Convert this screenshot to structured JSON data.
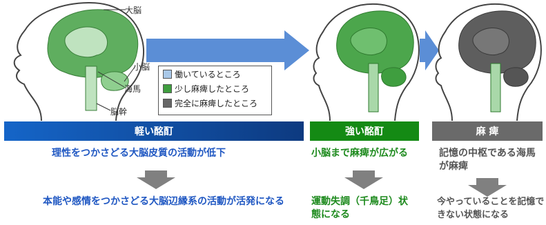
{
  "labels": {
    "cerebrum": "大脳",
    "cerebellum": "小脳",
    "hippocampus": "海馬",
    "brainstem": "脳幹"
  },
  "legend": [
    {
      "label": "働いているところ",
      "color": "#a9c8e8"
    },
    {
      "label": "少し麻痺したところ",
      "color": "#3f9e3f"
    },
    {
      "label": "完全に麻痺したところ",
      "color": "#666666"
    }
  ],
  "stages": [
    {
      "title": "軽い酩酊",
      "color": "#1f57a5",
      "desc": "理性をつかさどる大脳皮質の活動が低下",
      "result": "本能や感情をつかさどる大脳辺縁系の活動が活発になる"
    },
    {
      "title": "強い酩酊",
      "color": "#1d8a1d",
      "desc": "小脳まで麻痺が広がる",
      "result": "運動失調（千鳥足）状態になる"
    },
    {
      "title": "麻 痺",
      "color": "#6a6a6a",
      "desc": "記憶の中枢である海馬が麻痺",
      "result": "今やっていることを記憶できない状態になる"
    }
  ]
}
